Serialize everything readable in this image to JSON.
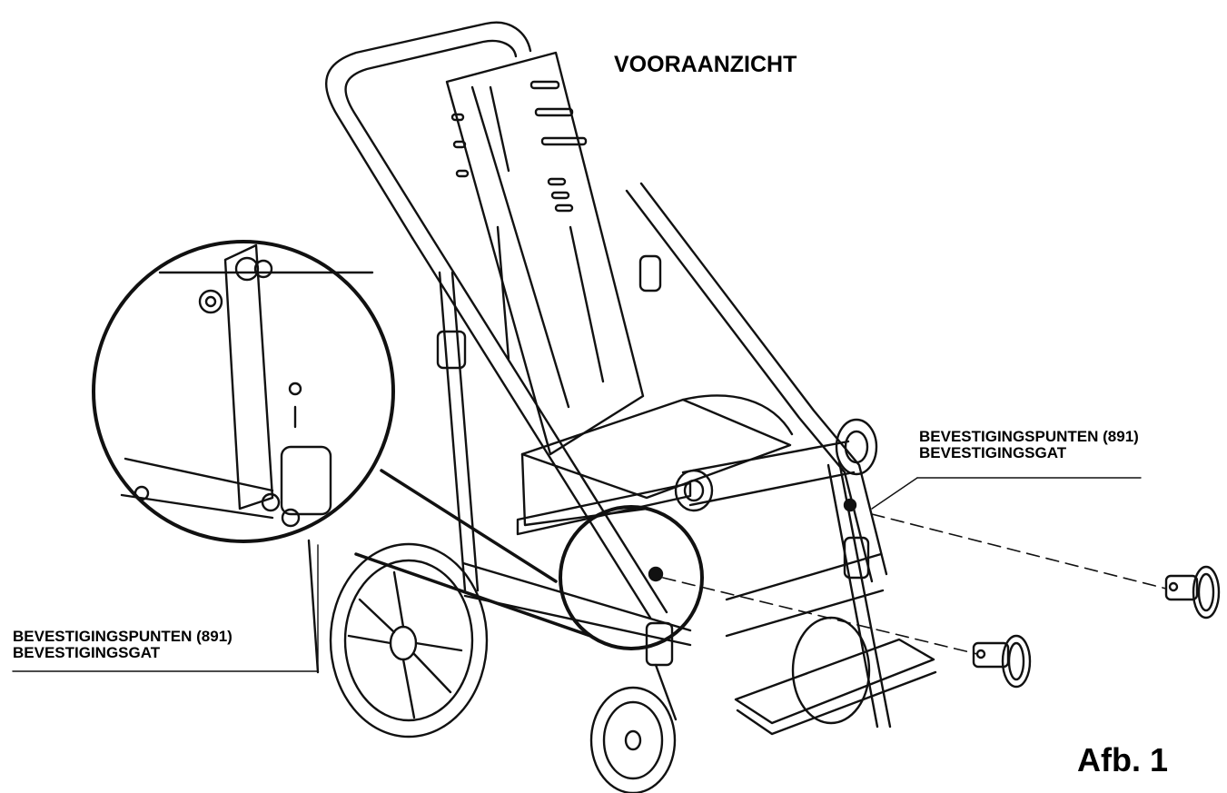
{
  "diagram": {
    "view_title": "VOORAANZICHT",
    "figure_label": "Afb. 1",
    "callout_right": {
      "line1": "BEVESTIGINGSPUNTEN (891)",
      "line2": "BEVESTIGINGSGAT"
    },
    "callout_left": {
      "line1": "BEVESTIGINGSPUNTEN (891)",
      "line2": "BEVESTIGINGSGAT"
    }
  }
}
